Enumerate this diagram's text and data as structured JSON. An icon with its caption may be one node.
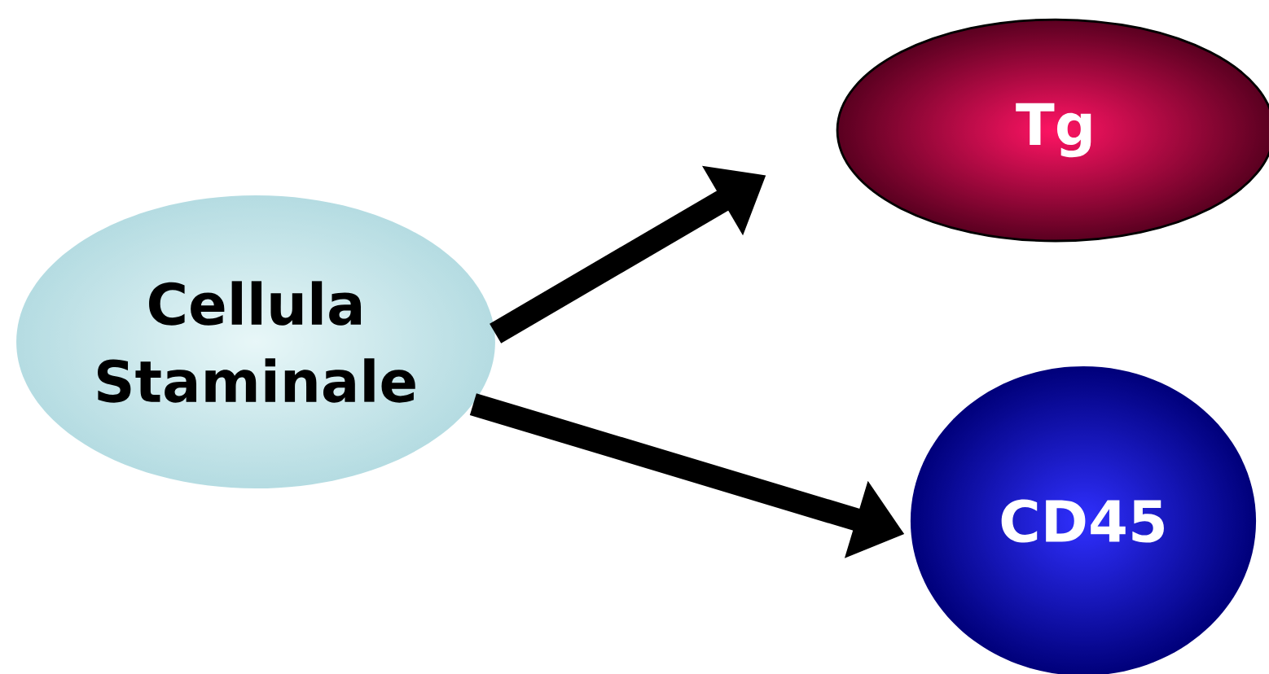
{
  "diagram": {
    "nodes": [
      {
        "text": [
          "Cellula Staminale"
        ]
      },
      {
        "text": [
          "Tg"
        ]
      },
      {
        "text": [
          "CD45"
        ]
      }
    ],
    "edges": [
      {
        "from": 0,
        "to": 1,
        "arrow": "to"
      },
      {
        "from": 0,
        "to": 2,
        "arrow": "to"
      }
    ]
  }
}
